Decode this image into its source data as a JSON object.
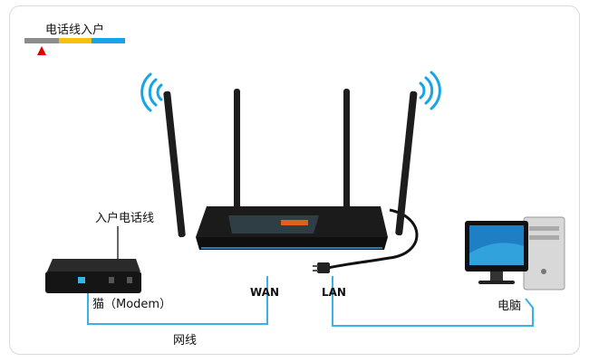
{
  "legend": {
    "title": "电话线入户",
    "colors": [
      "#8c8c8c",
      "#f4c20d",
      "#1aa3e8"
    ],
    "marker_color": "#e00000"
  },
  "labels": {
    "phone_line": "入户电话线",
    "modem": "猫（Modem）",
    "wan": "WAN",
    "lan": "LAN",
    "computer": "电脑",
    "network_cable": "网线"
  },
  "colors": {
    "cable_blue": "#3ab0e8",
    "wifi_blue": "#16a6e6",
    "device_dark": "#1a1a1a",
    "frame_border": "#d9d9d9"
  }
}
